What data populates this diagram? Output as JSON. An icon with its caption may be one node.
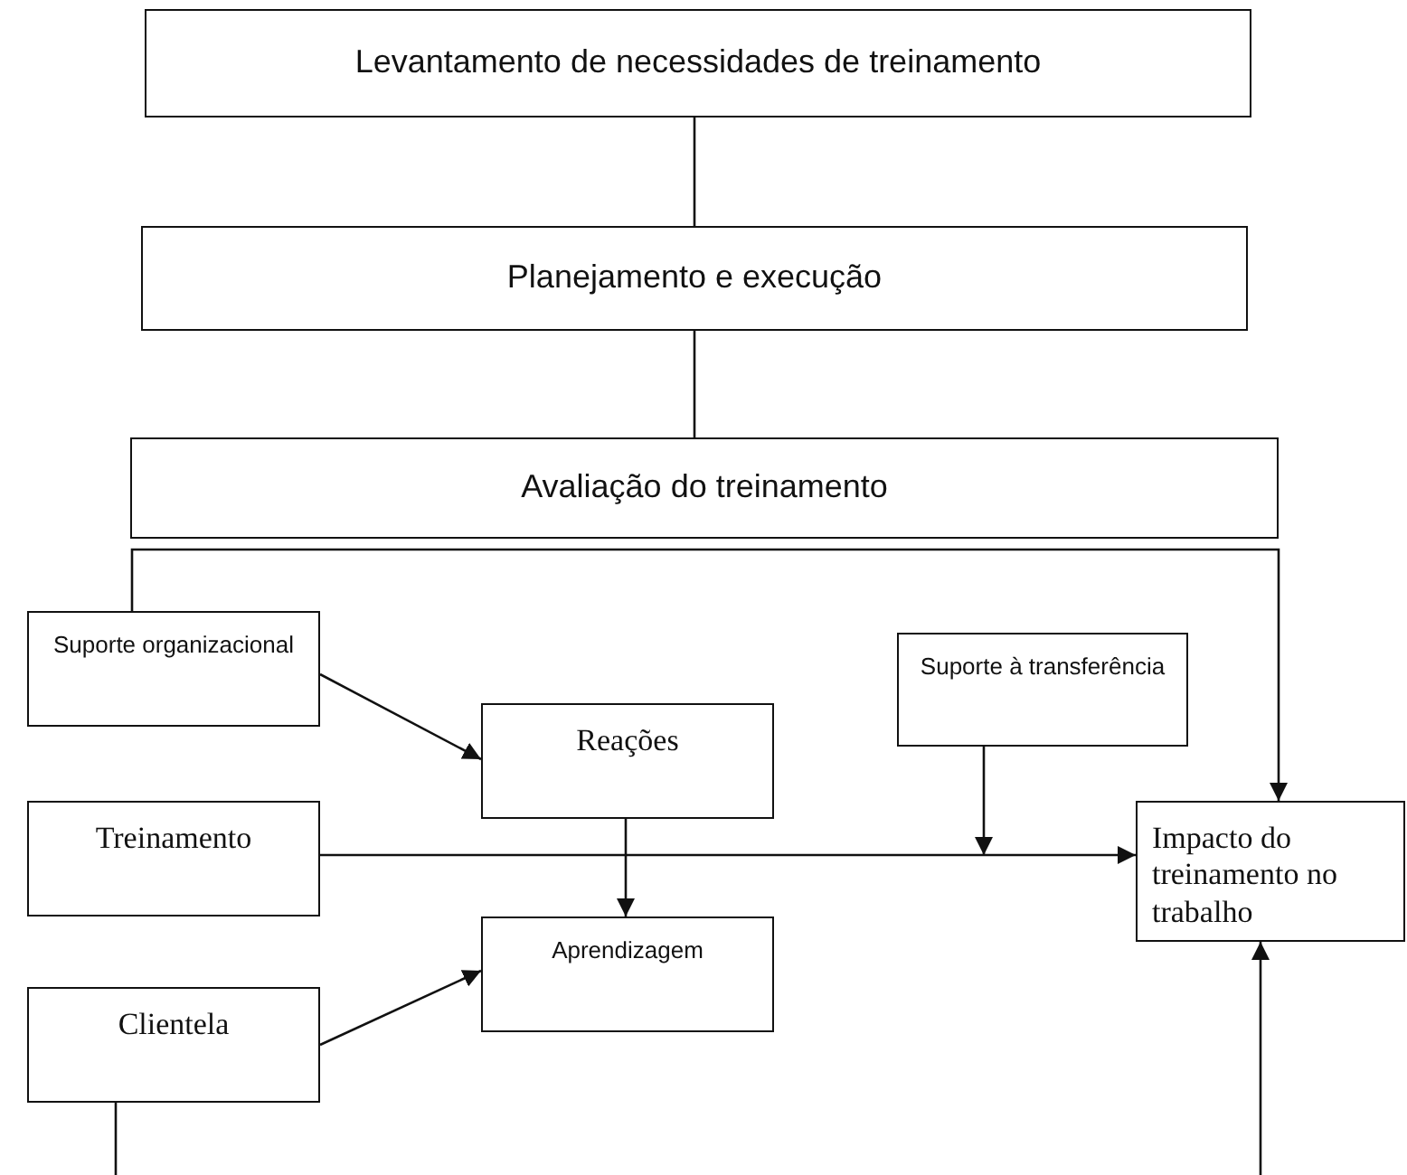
{
  "diagram": {
    "nodes": [
      {
        "text": [
          "Levantamento de necessidades de treinamento"
        ]
      },
      {
        "text": [
          "Planejamento e execução"
        ]
      },
      {
        "text": [
          "Avaliação do treinamento"
        ]
      },
      {
        "text": [
          "Suporte organizacional"
        ]
      },
      {
        "text": [
          "Reações"
        ]
      },
      {
        "text": [
          "Suporte à transferência"
        ]
      },
      {
        "text": [
          "Treinamento"
        ]
      },
      {
        "text": [
          "Impacto do treinamento no trabalho"
        ]
      },
      {
        "text": [
          "Aprendizagem"
        ]
      },
      {
        "text": [
          "Clientela"
        ]
      }
    ],
    "edges": [
      {
        "from": 0,
        "to": 1,
        "arrow": "none"
      },
      {
        "from": 1,
        "to": 2,
        "arrow": "none"
      },
      {
        "from": 3,
        "to": 7,
        "arrow": "to"
      },
      {
        "from": 3,
        "to": 4,
        "arrow": "to"
      },
      {
        "from": 4,
        "to": 8,
        "arrow": "to"
      },
      {
        "from": 6,
        "to": 7,
        "arrow": "to"
      },
      {
        "from": 5,
        "to": null,
        "arrow": "to"
      },
      {
        "from": 9,
        "to": 8,
        "arrow": "to"
      },
      {
        "from": 9,
        "to": null,
        "arrow": "none"
      },
      {
        "from": null,
        "to": 7,
        "arrow": "to"
      }
    ]
  }
}
